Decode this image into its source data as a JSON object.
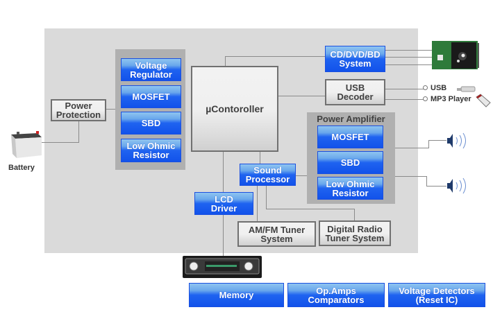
{
  "diagram": {
    "external": {
      "battery_label": "Battery",
      "usb_label": "USB",
      "mp3_label": "MP3 Player"
    },
    "power_protection": "Power\nProtection",
    "power_group": [
      "Voltage\nRegulator",
      "MOSFET",
      "SBD",
      "Low Ohmic\nResistor"
    ],
    "microcontroller": "µContoroller",
    "cd_system": "CD/DVD/BD\nSystem",
    "usb_decoder": "USB\nDecoder",
    "power_amplifier": {
      "title": "Power Amplifier",
      "items": [
        "MOSFET",
        "SBD",
        "Low Ohmic\nResistor"
      ]
    },
    "sound_processor": "Sound\nProcessor",
    "lcd_driver": "LCD\nDriver",
    "amfm_tuner": "AM/FM Tuner\nSystem",
    "digital_tuner": "Digital Radio\nTuner System",
    "bottom_row": [
      "Memory",
      "Op.Amps\nComparators",
      "Voltage Detectors\n(Reset IC)"
    ]
  },
  "colors": {
    "panel": "#dadada",
    "group": "#b0b0b0",
    "blue_box": "#1f63f0",
    "gray_box_border": "#707070"
  }
}
